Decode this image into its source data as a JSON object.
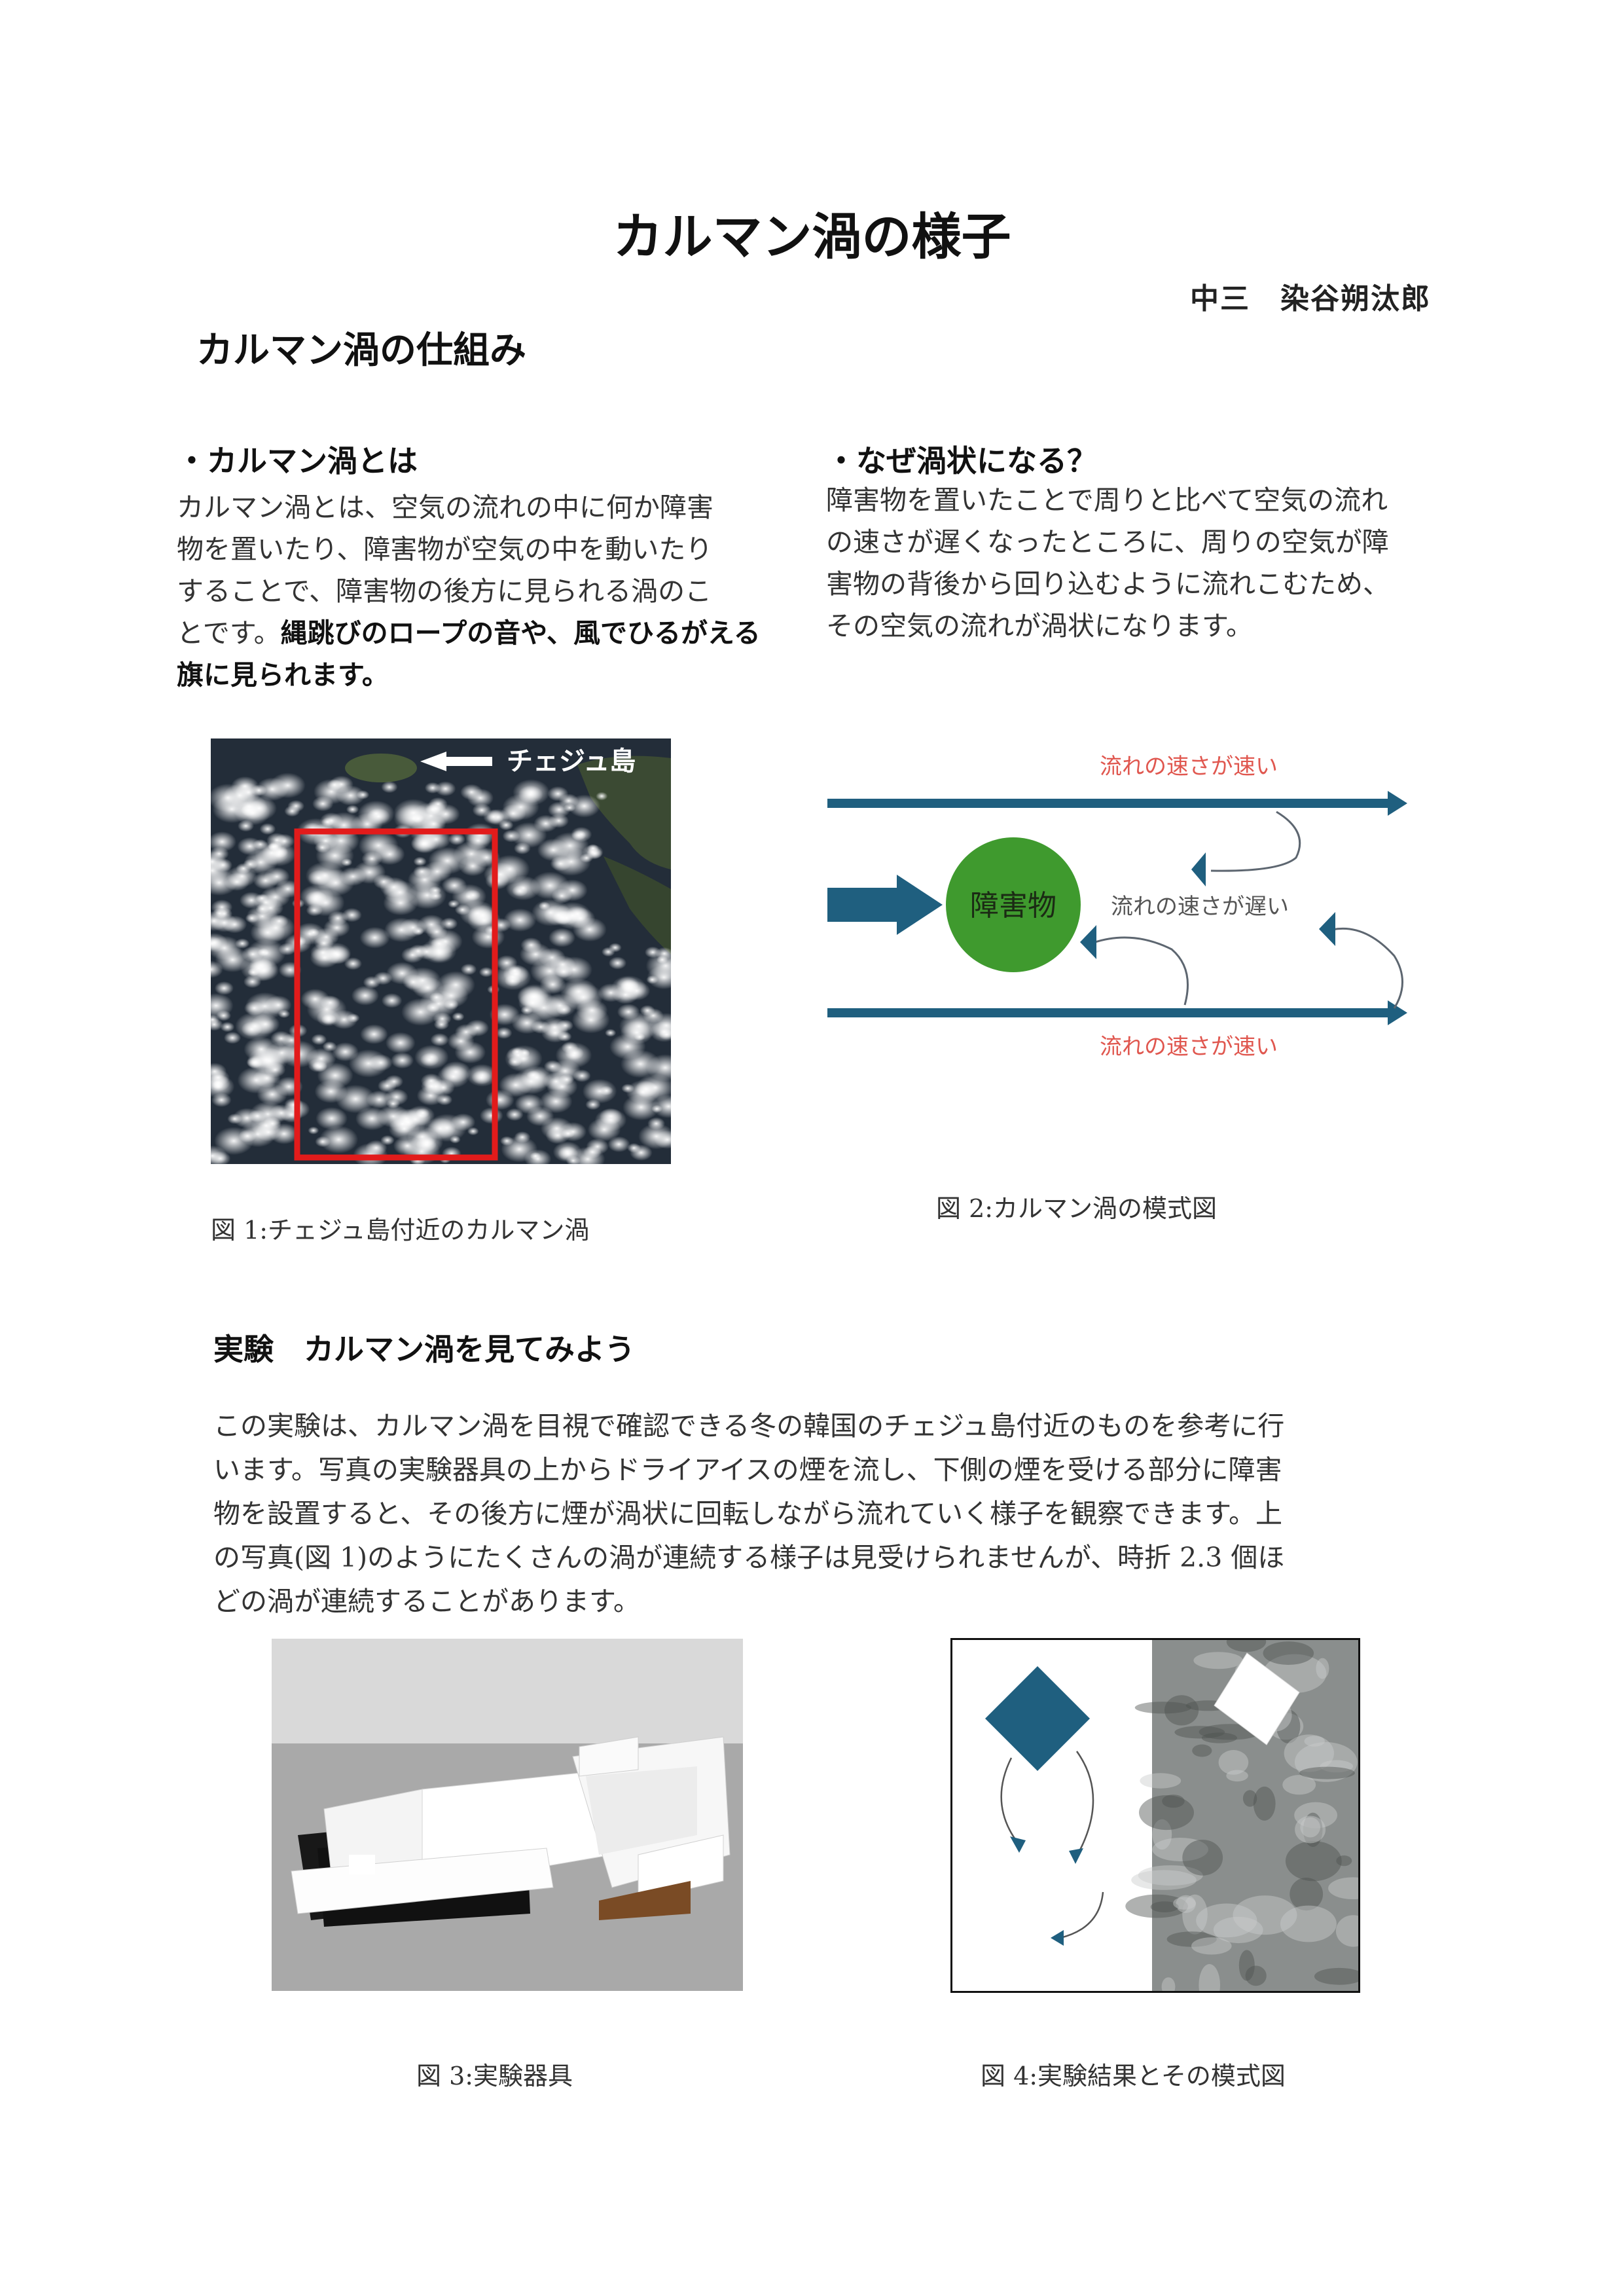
{
  "title": "カルマン渦の様子",
  "author": "中三　染谷朔汰郎",
  "section1": {
    "heading": "カルマン渦の仕組み",
    "left": {
      "heading": "・カルマン渦とは",
      "lines": [
        "カルマン渦とは、空気の流れの中に何か障害",
        "物を置いたり、障害物が空気の中を動いたり",
        "することで、障害物の後方に見られる渦のこ",
        "とです。"
      ],
      "bold_line4": "縄跳びのロープの音や、風でひるがえる",
      "bold_line5": "旗に見られます。"
    },
    "right": {
      "heading": "・なぜ渦状になる？",
      "lines": [
        "障害物を置いたことで周りと比べて空気の流れ",
        "の速さが遅くなったところに、周りの空気が障",
        "害物の背後から回り込むように流れこむため、",
        "その空気の流れが渦状になります。"
      ]
    }
  },
  "fig1": {
    "label": "チェジュ島",
    "caption": "図 1:チェジュ島付近のカルマン渦"
  },
  "fig2": {
    "fast_top": "流れの速さが速い",
    "fast_bottom": "流れの速さが速い",
    "slow": "流れの速さが遅い",
    "obstacle": "障害物",
    "caption": "図 2:カルマン渦の模式図",
    "colors": {
      "arrow": "#1f5f7f",
      "obstacle": "#3f9a2e",
      "fast": "#e0574f",
      "slow": "#555555"
    }
  },
  "section2": {
    "heading": "実験　カルマン渦を見てみよう",
    "lines": [
      "この実験は、カルマン渦を目視で確認できる冬の韓国のチェジュ島付近のものを参考に行",
      "います。写真の実験器具の上からドライアイスの煙を流し、下側の煙を受ける部分に障害",
      "物を設置すると、その後方に煙が渦状に回転しながら流れていく様子を観察できます。上",
      "の写真(図 1)のようにたくさんの渦が連続する様子は見受けられませんが、時折 2.3 個ほ",
      "どの渦が連続することがあります。"
    ]
  },
  "fig3": {
    "caption": "図 3:実験器具"
  },
  "fig4": {
    "caption": "図 4:実験結果とその模式図"
  }
}
